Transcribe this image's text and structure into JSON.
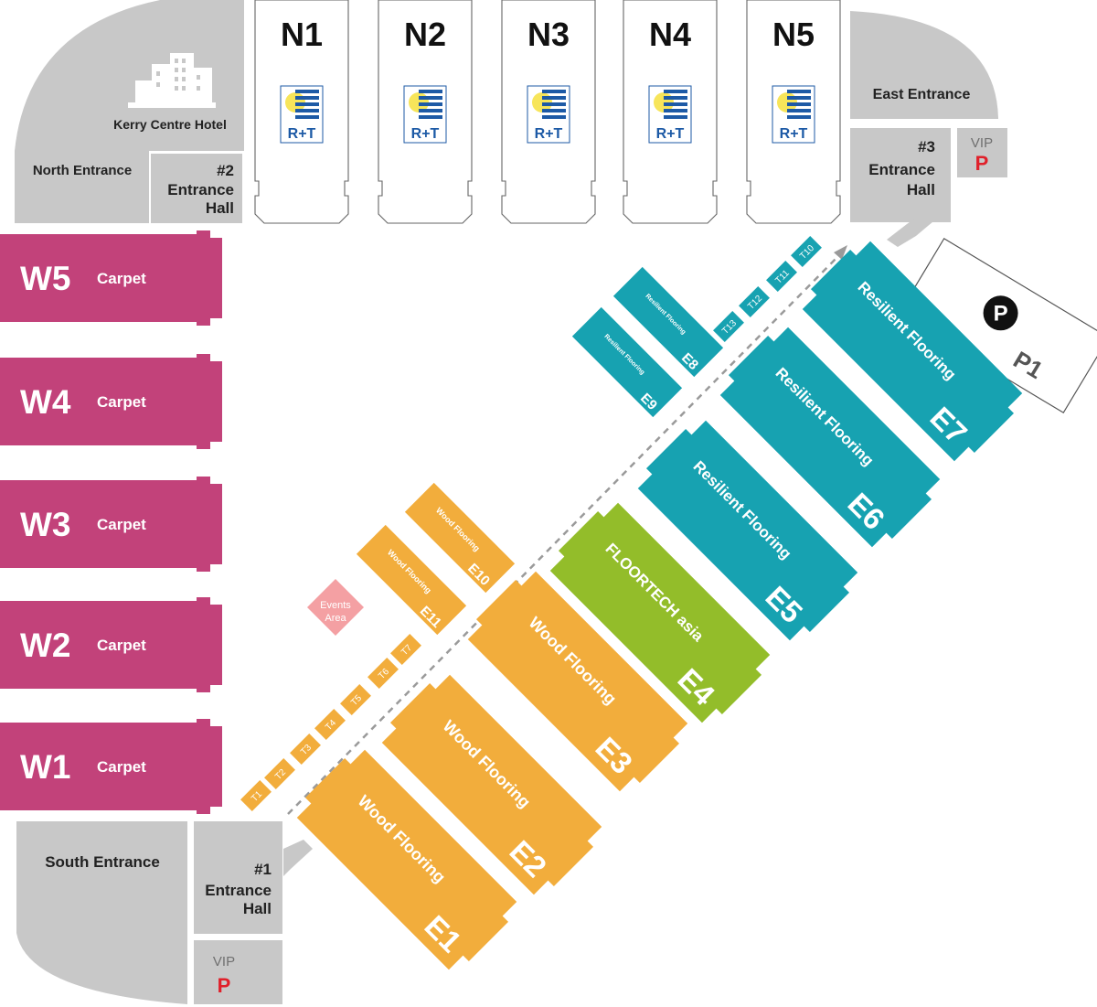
{
  "colors": {
    "gray": "#c8c8c8",
    "magenta": "#c2427a",
    "teal": "#17a2b1",
    "orange": "#f2ad3c",
    "lime": "#93bd2a",
    "events_pink": "#f4a0a3",
    "vip_red": "#e0202a",
    "rt_blue": "#1d5aa6",
    "rt_yellow": "#f7e55a"
  },
  "areas": {
    "hotel": "Kerry Centre Hotel",
    "north_entrance": "North Entrance",
    "east_entrance": "East Entrance",
    "south_entrance": "South Entrance",
    "hall2": [
      "#2",
      "Entrance",
      "Hall"
    ],
    "hall3": [
      "#3",
      "Entrance",
      "Hall"
    ],
    "hall1": [
      "#1",
      "Entrance",
      "Hall"
    ],
    "vip_label": "VIP",
    "vip_p": "P",
    "parking_symbol": "P",
    "parking_name": "P1",
    "events": [
      "Events",
      "Area"
    ]
  },
  "north_halls": [
    {
      "id": "N1",
      "logo": "R+T"
    },
    {
      "id": "N2",
      "logo": "R+T"
    },
    {
      "id": "N3",
      "logo": "R+T"
    },
    {
      "id": "N4",
      "logo": "R+T"
    },
    {
      "id": "N5",
      "logo": "R+T"
    }
  ],
  "west_halls": [
    {
      "id": "W5",
      "category": "Carpet"
    },
    {
      "id": "W4",
      "category": "Carpet"
    },
    {
      "id": "W3",
      "category": "Carpet"
    },
    {
      "id": "W2",
      "category": "Carpet"
    },
    {
      "id": "W1",
      "category": "Carpet"
    }
  ],
  "east_halls": [
    {
      "id": "E1",
      "category": "Wood Flooring"
    },
    {
      "id": "E2",
      "category": "Wood Flooring"
    },
    {
      "id": "E3",
      "category": "Wood Flooring"
    },
    {
      "id": "E4",
      "category": "FLOORTECH asia"
    },
    {
      "id": "E5",
      "category": "Resilient Flooring"
    },
    {
      "id": "E6",
      "category": "Resilient Flooring"
    },
    {
      "id": "E7",
      "category": "Resilient Flooring"
    },
    {
      "id": "E8",
      "category": "Resilient Flooring"
    },
    {
      "id": "E9",
      "category": "Resilient Flooring"
    },
    {
      "id": "E10",
      "category": "Wood Flooring"
    },
    {
      "id": "E11",
      "category": "Wood Flooring"
    }
  ],
  "t_halls": [
    "T1",
    "T2",
    "T3",
    "T4",
    "T5",
    "T6",
    "T7",
    "T10",
    "T11",
    "T12",
    "T13"
  ]
}
